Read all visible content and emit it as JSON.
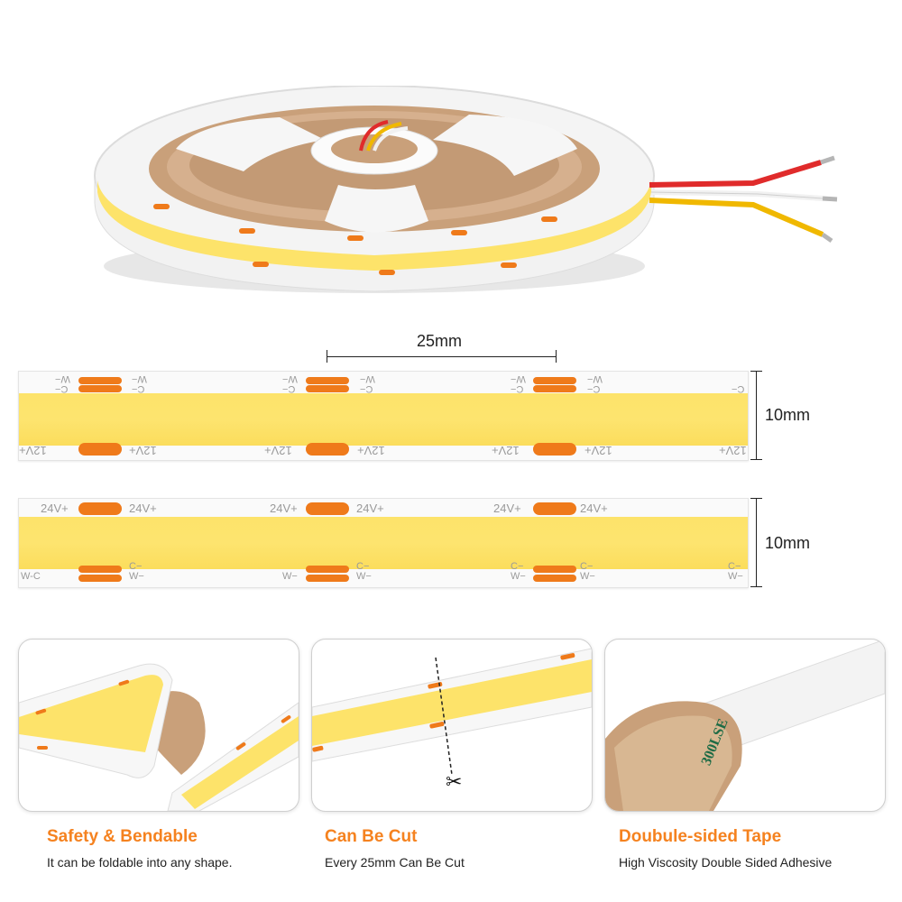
{
  "dimensions": {
    "pitch": "25mm",
    "width_top": "10mm",
    "width_bottom": "10mm"
  },
  "strip_marks": {
    "w_minus": "W−",
    "c_minus": "C−",
    "v12": "12V+",
    "v24": "24V+",
    "wc": "W-C",
    "stamp": "300LSE"
  },
  "features": [
    {
      "title": "Safety & Bendable",
      "description": "It can be foldable into any shape."
    },
    {
      "title": "Can Be Cut",
      "description": "Every 25mm Can Be Cut"
    },
    {
      "title": "Doubule-sided Tape",
      "description": "High Viscosity Double Sided Adhesive"
    }
  ],
  "colors": {
    "led_yellow": "#fde36a",
    "solder_pad": "#ef7a1a",
    "caption_orange": "#f5821f",
    "wire_red": "#e02b2b",
    "wire_white": "#f1f1f1",
    "wire_yellow": "#f0b800",
    "adhesive_tan": "#c9a07a"
  },
  "icons": [
    "scissors-icon",
    "cut-line-icon"
  ]
}
